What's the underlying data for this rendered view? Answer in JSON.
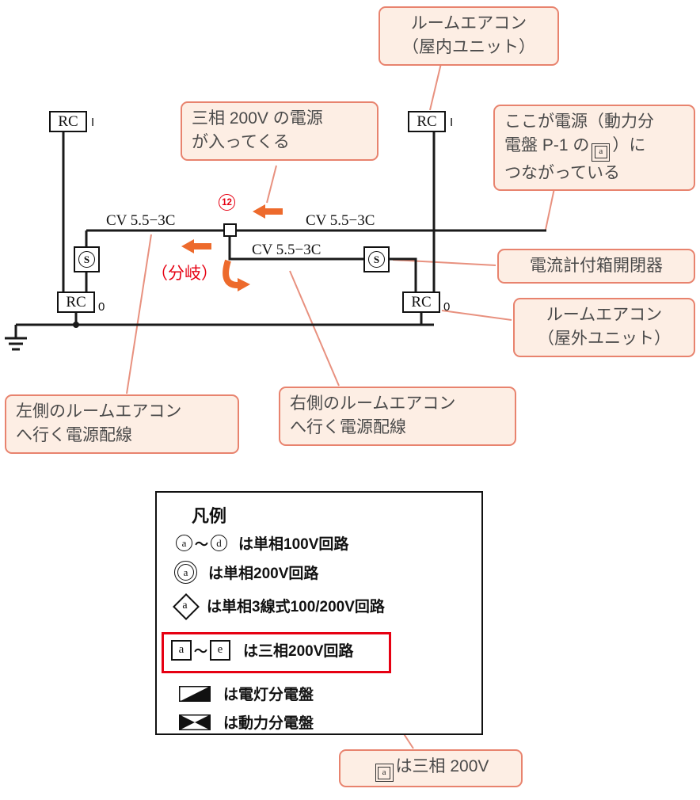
{
  "callouts": {
    "indoor_unit": {
      "line1": "ルームエアコン",
      "line2": "（屋内ユニット）"
    },
    "power_in": {
      "line1": "三相 200V の電源",
      "line2": "が入ってくる"
    },
    "power_source": {
      "line1": "ここが電源（動力分",
      "line2_pre": "電盤 P-1 の",
      "box_char": "a",
      "line2_post": "）に",
      "line3": "つながっている"
    },
    "ammeter_switch": {
      "text": "電流計付箱開閉器"
    },
    "outdoor_unit": {
      "line1": "ルームエアコン",
      "line2": "（屋外ユニット）"
    },
    "left_wiring": {
      "line1": "左側のルームエアコン",
      "line2": "へ行く電源配線"
    },
    "right_wiring": {
      "line1": "右側のルームエアコン",
      "line2": "へ行く電源配線"
    },
    "bottom_note": {
      "box_char": "a",
      "text": "は三相 200V"
    }
  },
  "diagram": {
    "rc_label": "RC",
    "s_label": "S",
    "cable_label": "CV 5.5−3C",
    "circuit_number": "12",
    "branch_label": "（分岐）",
    "indoor_suffix": "I",
    "outdoor_suffix": "0"
  },
  "legend": {
    "title": "凡例",
    "tilde": "～",
    "items": [
      {
        "letter1": "a",
        "letter2": "d",
        "text": "は単相100V回路"
      },
      {
        "letter1": "a",
        "text": "は単相200V回路"
      },
      {
        "letter1": "a",
        "text": "は単相3線式100/200V回路"
      },
      {
        "letter1": "a",
        "letter2": "e",
        "text": "は三相200V回路"
      },
      {
        "text": "は電灯分電盤"
      },
      {
        "text": "は動力分電盤"
      }
    ]
  },
  "colors": {
    "callout_border": "#e8836e",
    "callout_bg": "#fdeee4",
    "accent_red": "#e60012",
    "arrow_orange": "#ed6a2c",
    "wire_black": "#1a1a1a"
  }
}
